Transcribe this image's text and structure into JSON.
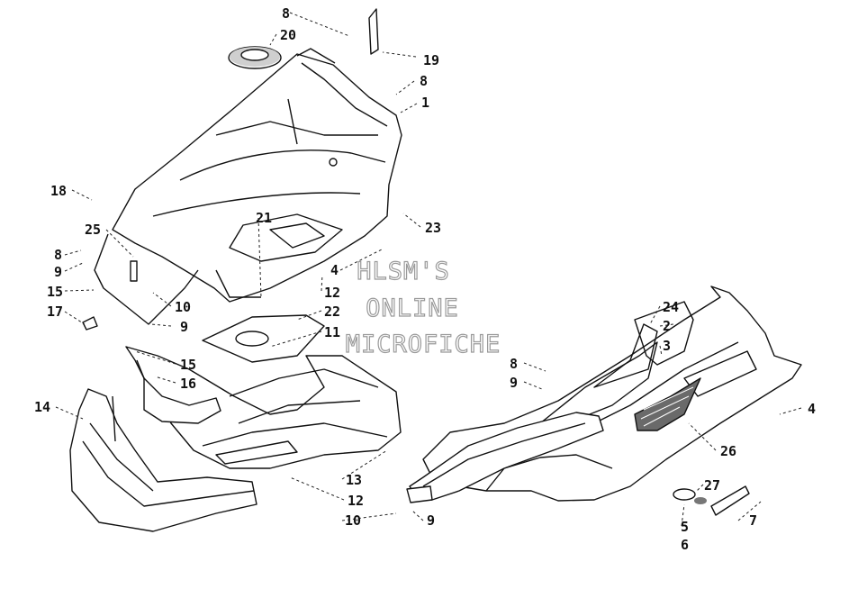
{
  "watermark": {
    "line1": "HLSM'S",
    "line2": "ONLINE",
    "line3": "MICROFICHE"
  },
  "callouts": {
    "c8a": "8",
    "c20": "20",
    "c19": "19",
    "c8b": "8",
    "c1": "1",
    "c18": "18",
    "c21": "21",
    "c23": "23",
    "c25": "25",
    "c8c": "8",
    "c9a": "9",
    "c15a": "15",
    "c17": "17",
    "c10a": "10",
    "c9b": "9",
    "c4a": "4",
    "c12a": "12",
    "c22": "22",
    "c11": "11",
    "c15b": "15",
    "c16": "16",
    "c14": "14",
    "c13": "13",
    "c12b": "12",
    "c10b": "10",
    "c9c": "9",
    "c24": "24",
    "c2": "2",
    "c3": "3",
    "c8d": "8",
    "c9d": "9",
    "c4b": "4",
    "c26": "26",
    "c27": "27",
    "c5": "5",
    "c6": "6",
    "c7": "7"
  },
  "colors": {
    "line": "#111111",
    "background": "#ffffff",
    "watermark_outline": "#9a9a9a"
  }
}
